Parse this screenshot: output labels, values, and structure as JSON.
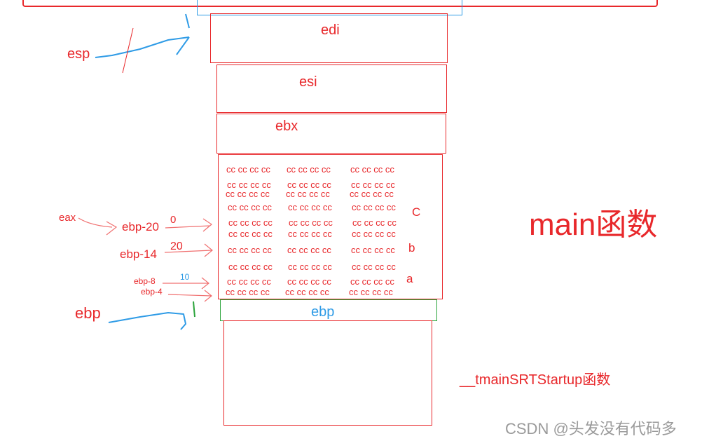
{
  "stack": {
    "edi": "edi",
    "esi": "esi",
    "ebx": "ebx",
    "ebp_slot": "ebp"
  },
  "cc_rows": [
    [
      "cc cc cc cc",
      "cc cc cc cc",
      "cc cc cc cc"
    ],
    [
      "cc cc cc cc",
      "cc cc cc cc",
      "cc cc cc cc"
    ],
    [
      "cc cc cc cc",
      "cc cc cc cc",
      "cc cc cc cc"
    ],
    [
      "cc cc cc cc",
      "cc cc cc cc",
      "cc cc cc cc"
    ],
    [
      "cc cc cc cc",
      "cc cc cc cc",
      "cc cc cc cc"
    ],
    [
      "cc cc cc cc",
      "cc cc cc cc",
      "cc cc cc cc"
    ],
    [
      "cc cc cc cc",
      "cc cc cc cc",
      "cc cc cc cc"
    ],
    [
      "cc cc cc cc",
      "cc cc cc cc",
      "cc cc cc cc"
    ],
    [
      "cc cc cc cc",
      "cc cc cc cc",
      "cc cc cc cc"
    ],
    [
      "cc cc cc cc",
      "cc cc cc cc",
      "cc cc cc cc"
    ]
  ],
  "vars": {
    "c": "C",
    "b": "b",
    "a": "a"
  },
  "pointers": {
    "esp": "esp",
    "ebp": "ebp",
    "eax": "eax",
    "ebp_20": "ebp-20",
    "val_0": "0",
    "ebp_14": "ebp-14",
    "val_20": "20",
    "ebp_8": "ebp-8",
    "val_10": "10",
    "ebp_4": "ebp-4"
  },
  "frames": {
    "main": "main函数",
    "startup": "__tmainSRTStartup函数"
  },
  "watermark": "CSDN @头发没有代码多",
  "colors": {
    "red": "#e8282b",
    "blue": "#2e9be6",
    "green": "#2aa33a"
  }
}
